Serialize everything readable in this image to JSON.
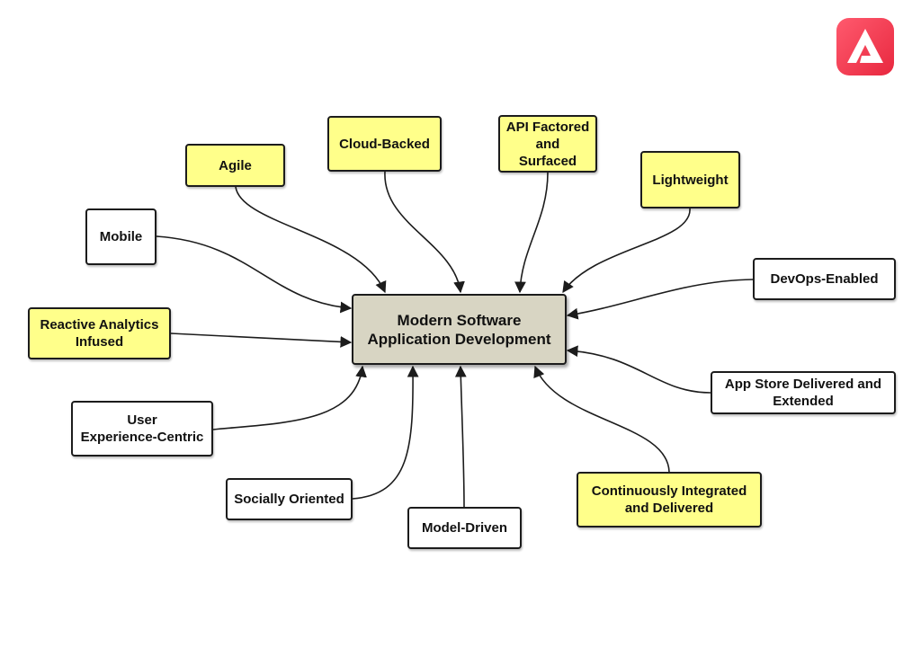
{
  "center": {
    "label": "Modern Software\nApplication Development"
  },
  "nodes": [
    {
      "id": "agile",
      "label": "Agile",
      "color": "yellow"
    },
    {
      "id": "cloud-backed",
      "label": "Cloud-Backed",
      "color": "yellow"
    },
    {
      "id": "api-factored",
      "label": "API Factored\nand Surfaced",
      "color": "yellow"
    },
    {
      "id": "lightweight",
      "label": "Lightweight",
      "color": "yellow"
    },
    {
      "id": "mobile",
      "label": "Mobile",
      "color": "white"
    },
    {
      "id": "devops-enabled",
      "label": "DevOps-Enabled",
      "color": "white"
    },
    {
      "id": "reactive-analytics",
      "label": "Reactive Analytics\nInfused",
      "color": "yellow"
    },
    {
      "id": "app-store",
      "label": "App Store Delivered and\nExtended",
      "color": "white"
    },
    {
      "id": "user-experience",
      "label": "User\nExperience-Centric",
      "color": "white"
    },
    {
      "id": "socially-oriented",
      "label": "Socially Oriented",
      "color": "white"
    },
    {
      "id": "model-driven",
      "label": "Model-Driven",
      "color": "white"
    },
    {
      "id": "continuously-integrated",
      "label": "Continuously Integrated\nand Delivered",
      "color": "yellow"
    }
  ],
  "colors": {
    "yellow": "#ffff8a",
    "white": "#ffffff",
    "center": "#d8d5c3",
    "stroke": "#1c1c1c",
    "logo": "#e8283f"
  },
  "logo": {
    "icon": "a-logo-icon"
  }
}
